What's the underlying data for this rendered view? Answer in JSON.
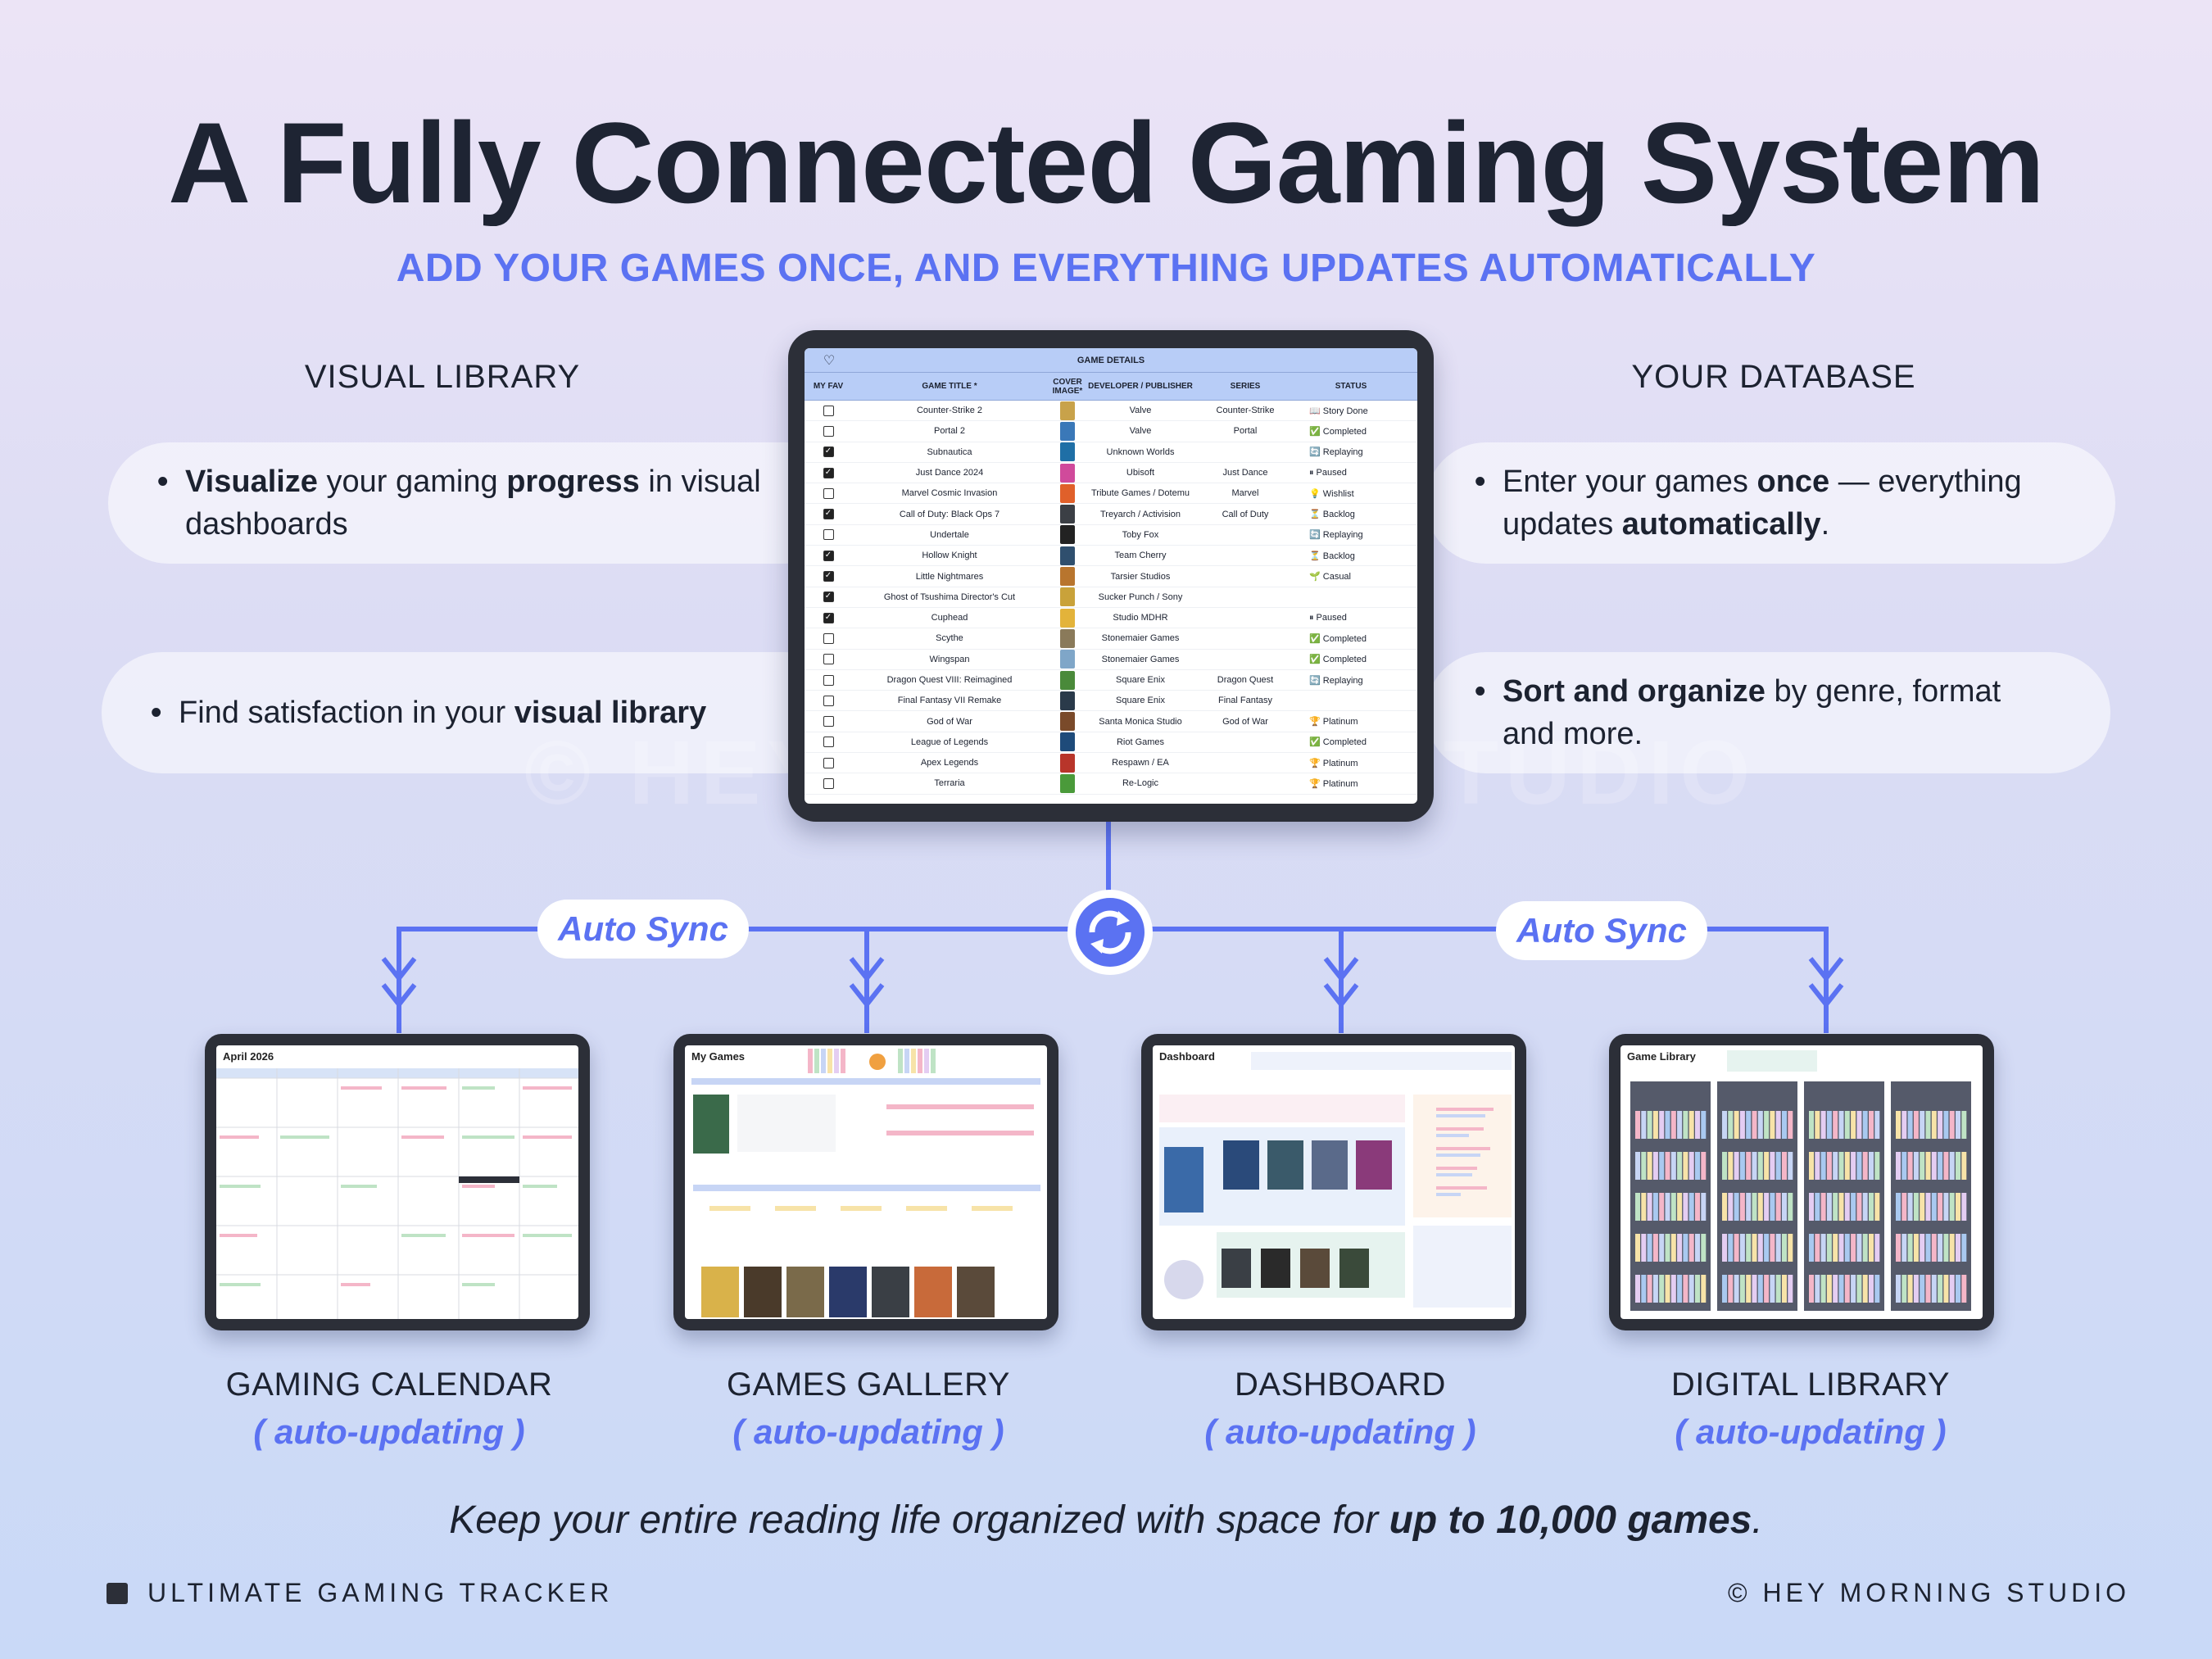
{
  "title": "A Fully Connected Gaming System",
  "subtitle": "ADD YOUR GAMES ONCE, AND EVERYTHING UPDATES AUTOMATICALLY",
  "left": {
    "heading": "VISUAL LIBRARY",
    "bullet1": {
      "a": "Visualize",
      "b": " your gaming ",
      "c": "progress",
      "d": " in visual dashboards"
    },
    "bullet2": {
      "a": "Find satisfaction in your ",
      "b": "visual library"
    }
  },
  "right": {
    "heading": "YOUR DATABASE",
    "bullet1": {
      "a": "Enter your games ",
      "b": "once",
      "c": " — everything updates ",
      "d": "automatically",
      "e": "."
    },
    "bullet2": {
      "a": "Sort and organize",
      "b": " by genre, format and more."
    }
  },
  "watermark": "© HEY MORNING STUDIO",
  "sheet": {
    "banner": "GAME DETAILS",
    "columns": [
      "MY FAV",
      "GAME TITLE *",
      "COVER IMAGE*",
      "DEVELOPER / PUBLISHER",
      "SERIES",
      "STATUS"
    ],
    "rows": [
      {
        "fav": false,
        "title": "Counter-Strike 2",
        "dev": "Valve",
        "series": "Counter-Strike",
        "status": "📖 Story Done",
        "cover": "#c8a24a"
      },
      {
        "fav": false,
        "title": "Portal 2",
        "dev": "Valve",
        "series": "Portal",
        "status": "✅ Completed",
        "cover": "#3a78b8"
      },
      {
        "fav": true,
        "title": "Subnautica",
        "dev": "Unknown Worlds",
        "series": "",
        "status": "🔄 Replaying",
        "cover": "#1f6fa6"
      },
      {
        "fav": true,
        "title": "Just Dance 2024",
        "dev": "Ubisoft",
        "series": "Just Dance",
        "status": "⏸ Paused",
        "cover": "#d04a9b"
      },
      {
        "fav": false,
        "title": "Marvel Cosmic Invasion",
        "dev": "Tribute Games / Dotemu",
        "series": "Marvel",
        "status": "💡 Wishlist",
        "cover": "#e0602a"
      },
      {
        "fav": true,
        "title": "Call of Duty: Black Ops 7",
        "dev": "Treyarch / Activision",
        "series": "Call of Duty",
        "status": "⏳ Backlog",
        "cover": "#3b3f45"
      },
      {
        "fav": false,
        "title": "Undertale",
        "dev": "Toby Fox",
        "series": "",
        "status": "🔄 Replaying",
        "cover": "#222222"
      },
      {
        "fav": true,
        "title": "Hollow Knight",
        "dev": "Team Cherry",
        "series": "",
        "status": "⏳ Backlog",
        "cover": "#2f4f6e"
      },
      {
        "fav": true,
        "title": "Little Nightmares",
        "dev": "Tarsier Studios",
        "series": "",
        "status": "🌱 Casual",
        "cover": "#b8752e"
      },
      {
        "fav": true,
        "title": "Ghost of Tsushima Director's Cut",
        "dev": "Sucker Punch / Sony",
        "series": "",
        "status": "",
        "cover": "#c9a23a"
      },
      {
        "fav": true,
        "title": "Cuphead",
        "dev": "Studio MDHR",
        "series": "",
        "status": "⏸ Paused",
        "cover": "#e3b33a"
      },
      {
        "fav": false,
        "title": "Scythe",
        "dev": "Stonemaier Games",
        "series": "",
        "status": "✅ Completed",
        "cover": "#8a7a5a"
      },
      {
        "fav": false,
        "title": "Wingspan",
        "dev": "Stonemaier Games",
        "series": "",
        "status": "✅ Completed",
        "cover": "#7fa6c8"
      },
      {
        "fav": false,
        "title": "Dragon Quest VIII: Reimagined",
        "dev": "Square Enix",
        "series": "Dragon Quest",
        "status": "🔄 Replaying",
        "cover": "#4a8a3a"
      },
      {
        "fav": false,
        "title": "Final Fantasy VII Remake",
        "dev": "Square Enix",
        "series": "Final Fantasy",
        "status": "",
        "cover": "#2a3a4a"
      },
      {
        "fav": false,
        "title": "God of War",
        "dev": "Santa Monica Studio",
        "series": "God of War",
        "status": "🏆 Platinum",
        "cover": "#7a4a2a"
      },
      {
        "fav": false,
        "title": "League of Legends",
        "dev": "Riot Games",
        "series": "",
        "status": "✅ Completed",
        "cover": "#1e4b7a"
      },
      {
        "fav": false,
        "title": "Apex Legends",
        "dev": "Respawn / EA",
        "series": "",
        "status": "🏆 Platinum",
        "cover": "#b8352a"
      },
      {
        "fav": false,
        "title": "Terraria",
        "dev": "Re-Logic",
        "series": "",
        "status": "🏆 Platinum",
        "cover": "#4a9a3a"
      }
    ]
  },
  "sync": {
    "left": "Auto Sync",
    "right": "Auto Sync"
  },
  "views": [
    {
      "name": "GAMING CALENDAR",
      "sub": "( auto-updating )",
      "screen_title": "April 2026"
    },
    {
      "name": "GAMES GALLERY",
      "sub": "( auto-updating )",
      "screen_title": "My Games"
    },
    {
      "name": "DASHBOARD",
      "sub": "( auto-updating )",
      "screen_title": "Dashboard"
    },
    {
      "name": "DIGITAL LIBRARY",
      "sub": "( auto-updating )",
      "screen_title": "Game Library"
    }
  ],
  "tagline": {
    "a": "Keep your entire reading life organized with space for ",
    "b": "up to 10,000 games",
    "c": "."
  },
  "brand_left": "ULTIMATE GAMING TRACKER",
  "brand_right": "© HEY MORNING STUDIO",
  "colors": {
    "accent": "#5b72f2",
    "dark": "#1c2230",
    "sheet_header": "#b8cdf7"
  }
}
